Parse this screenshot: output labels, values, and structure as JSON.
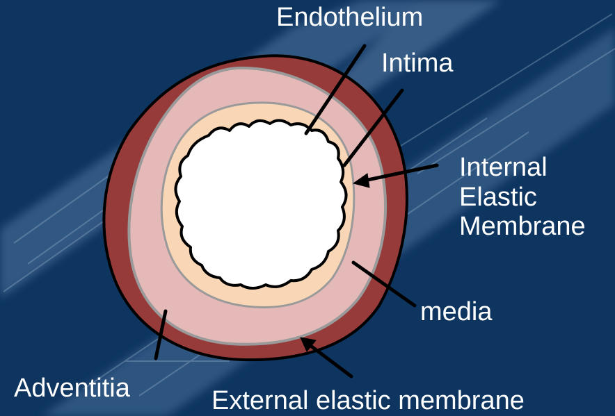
{
  "colors": {
    "background": "#0e3560",
    "streak": "#5a7ea6",
    "adventitia": "#963a3a",
    "media": "#e6b9b9",
    "intima": "#f8d6b6",
    "lumen": "#ffffff",
    "membrane": "#9a9a9a",
    "outline": "#000000",
    "text": "#ffffff"
  },
  "labels": {
    "endothelium": "Endothelium",
    "intima": "Intima",
    "internal_elastic_membrane": [
      "Internal",
      "Elastic",
      "Membrane"
    ],
    "media": "media",
    "adventitia": "Adventitia",
    "external_elastic_membrane": "External elastic membrane"
  }
}
